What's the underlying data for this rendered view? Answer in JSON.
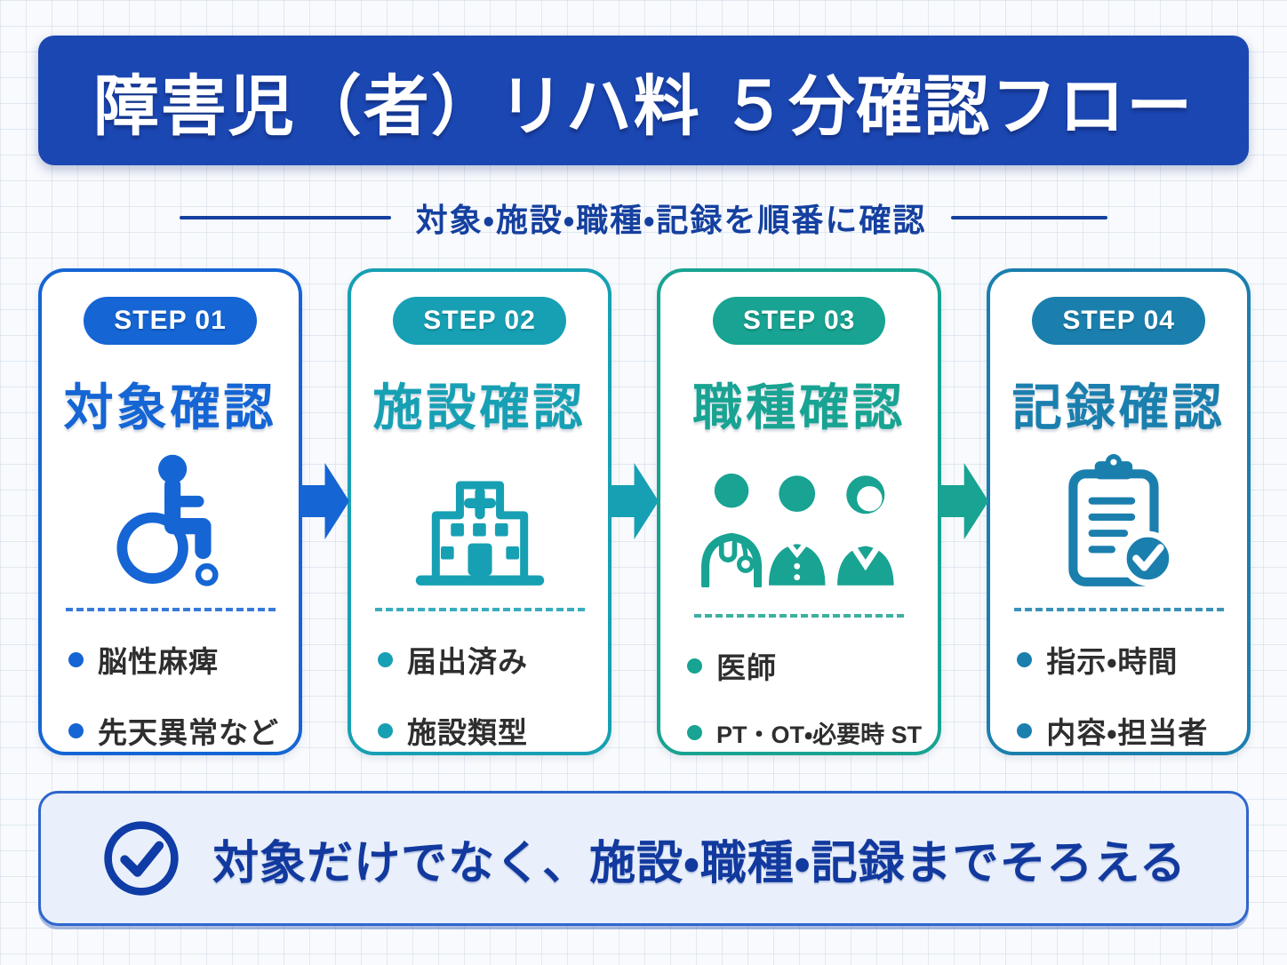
{
  "title": {
    "text": "障害児（者）リハ料 ５分確認フロー",
    "bg_color": "#1b47b2",
    "text_color": "#ffffff"
  },
  "subtitle": {
    "text": "対象・施設・職種・記録を順番に確認",
    "color": "#15409f"
  },
  "steps": [
    {
      "badge": "STEP 01",
      "heading": "対象確認",
      "icon": "wheelchair-icon",
      "accent": "#1565d4",
      "bullets": [
        "脳性麻痺",
        "先天異常など"
      ]
    },
    {
      "badge": "STEP 02",
      "heading": "施設確認",
      "icon": "hospital-icon",
      "accent": "#17a0b4",
      "bullets": [
        "届出済み",
        "施設類型"
      ]
    },
    {
      "badge": "STEP 03",
      "heading": "職種確認",
      "icon": "medical-staff-icon",
      "accent": "#18a392",
      "bullets": [
        "医師",
        "PT・OT・必要時 ST"
      ]
    },
    {
      "badge": "STEP 04",
      "heading": "記録確認",
      "icon": "clipboard-check-icon",
      "accent": "#1b7fae",
      "bullets": [
        "指示・時間",
        "内容・担当者"
      ]
    }
  ],
  "arrows": [
    {
      "color": "#1565d4"
    },
    {
      "color": "#17a0b4"
    },
    {
      "color": "#18a392"
    }
  ],
  "footer": {
    "icon": "check-circle-icon",
    "text": "対象だけでなく、施設・職種・記録までそろえる",
    "text_color": "#12399e",
    "bg_color": "#e9f0fb",
    "border_color": "#2e66cc"
  }
}
